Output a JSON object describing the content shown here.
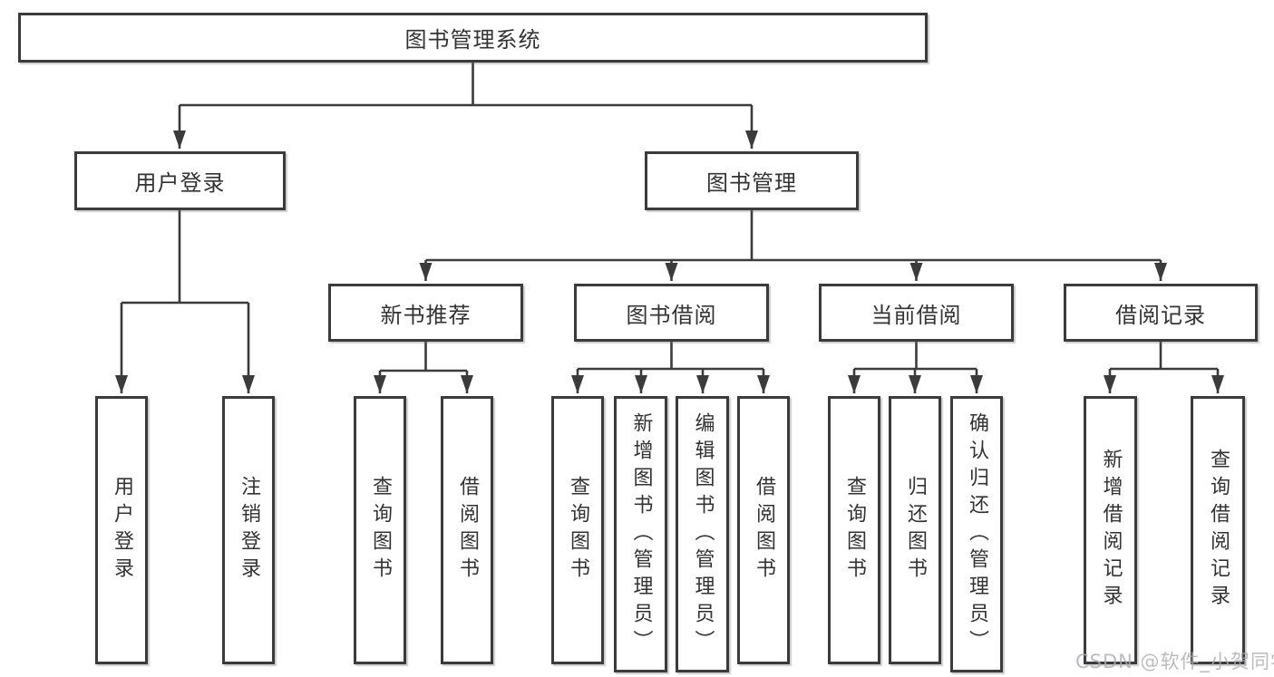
{
  "tree": {
    "label": "图书管理系统",
    "children": [
      {
        "label": "用户登录",
        "children": [
          {
            "label": "用户登录"
          },
          {
            "label": "注销登录"
          }
        ]
      },
      {
        "label": "图书管理",
        "children": [
          {
            "label": "新书推荐",
            "children": [
              {
                "label": "查询图书"
              },
              {
                "label": "借阅图书"
              }
            ]
          },
          {
            "label": "图书借阅",
            "children": [
              {
                "label": "查询图书"
              },
              {
                "label": "新增图书（管理员）"
              },
              {
                "label": "编辑图书（管理员）"
              },
              {
                "label": "借阅图书"
              }
            ]
          },
          {
            "label": "当前借阅",
            "children": [
              {
                "label": "查询图书"
              },
              {
                "label": "归还图书"
              },
              {
                "label": "确认归还（管理员）"
              }
            ]
          },
          {
            "label": "借阅记录",
            "children": [
              {
                "label": "新增借阅记录"
              },
              {
                "label": "查询借阅记录"
              }
            ]
          }
        ]
      }
    ]
  },
  "watermark": "CSDN @软件_小贺同学",
  "colors": {
    "line": "#3b3b3b",
    "box_border": "#3b3b3b",
    "text": "#333333",
    "watermark": "#acacb2",
    "background": "#ffffff"
  }
}
